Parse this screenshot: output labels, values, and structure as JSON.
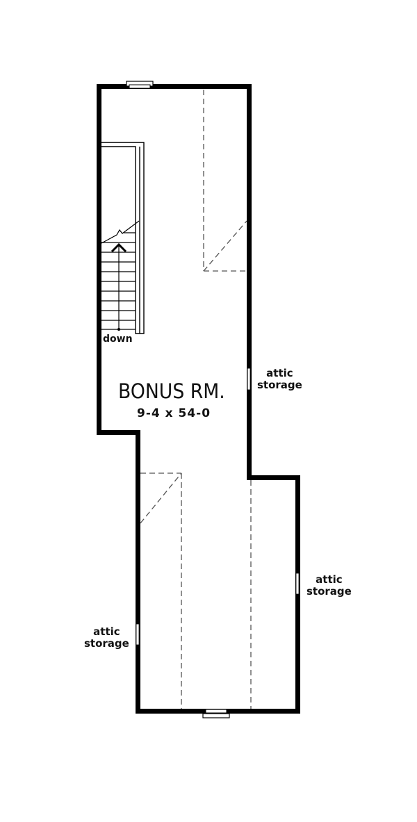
{
  "plan": {
    "room": {
      "name": "BONUS RM.",
      "dimensions": "9-4 x 54-0"
    },
    "stairs": {
      "label": "down",
      "arrow": "up-arrow"
    },
    "attic_labels": [
      {
        "line1": "attic",
        "line2": "storage",
        "position": "right-upper"
      },
      {
        "line1": "attic",
        "line2": "storage",
        "position": "right-lower"
      },
      {
        "line1": "attic",
        "line2": "storage",
        "position": "left-lower"
      }
    ],
    "colors": {
      "wall": "#000000",
      "background": "#ffffff",
      "dashed": "#555555"
    }
  }
}
